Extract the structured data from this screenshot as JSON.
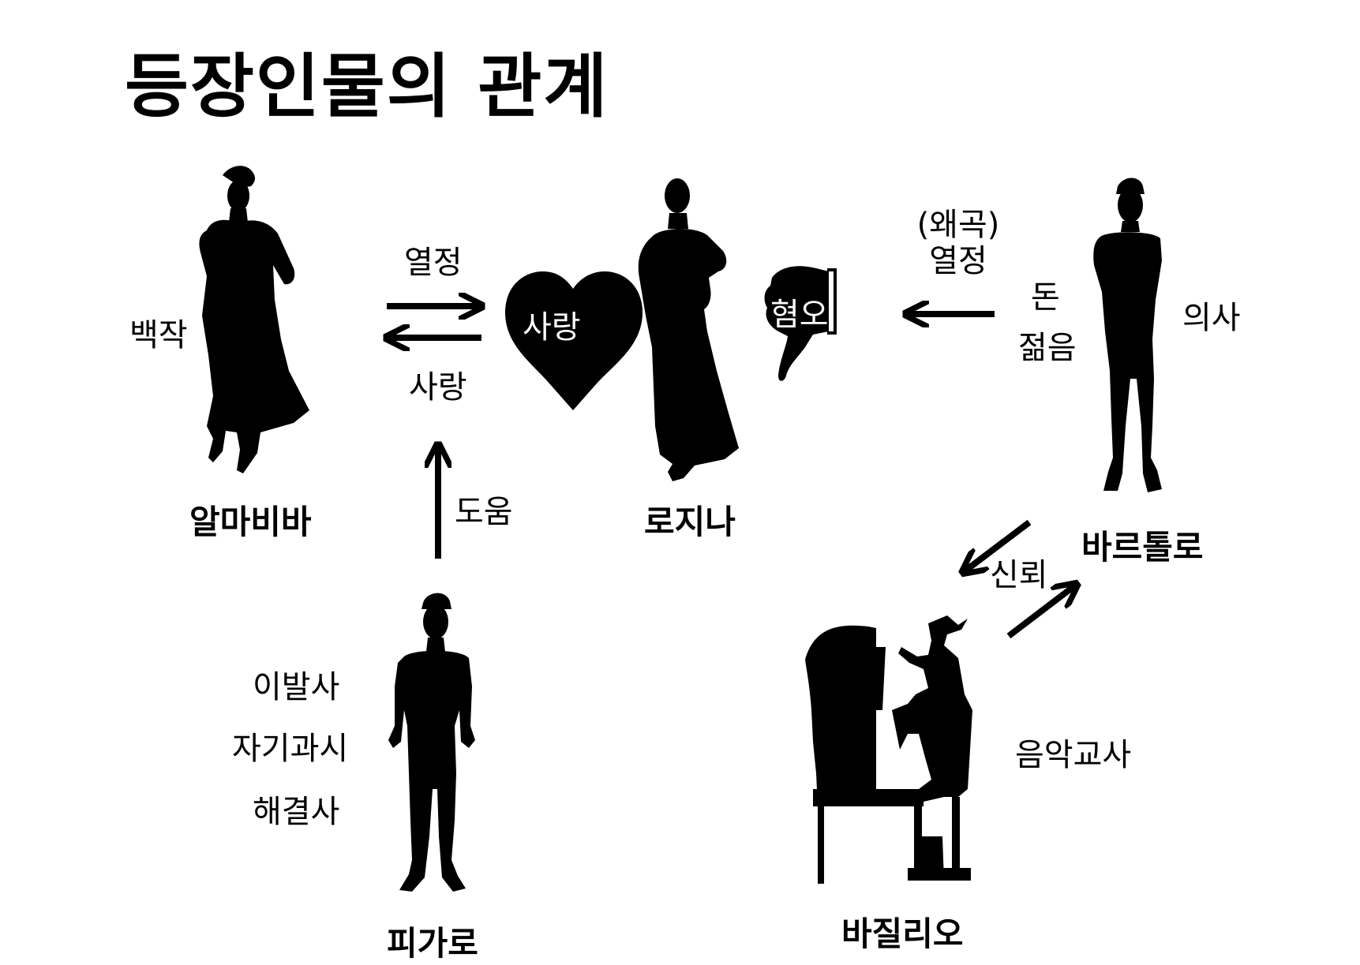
{
  "title": "등장인물의 관계",
  "characters": {
    "almaviva": {
      "name": "알마비바",
      "traits": [
        "백작"
      ]
    },
    "rosina": {
      "name": "로지나"
    },
    "bartolo": {
      "name": "바르톨로",
      "traits": [
        "의사"
      ]
    },
    "figaro": {
      "name": "피가로",
      "traits": [
        "이발사",
        "자기과시",
        "해결사"
      ]
    },
    "basilio": {
      "name": "바질리오",
      "traits": [
        "음악교사"
      ]
    }
  },
  "relations": {
    "almaviva_to_rosina": "열정",
    "rosina_to_almaviva": "사랑",
    "heart": "사랑",
    "figaro_help": "도움",
    "rosina_dislike": "혐오",
    "bartolo_passion_line1": "(왜곡)",
    "bartolo_passion_line2": "열정",
    "bartolo_offers_line1": "돈",
    "bartolo_offers_line2": "젊음",
    "basilio_bartolo": "신뢰"
  }
}
